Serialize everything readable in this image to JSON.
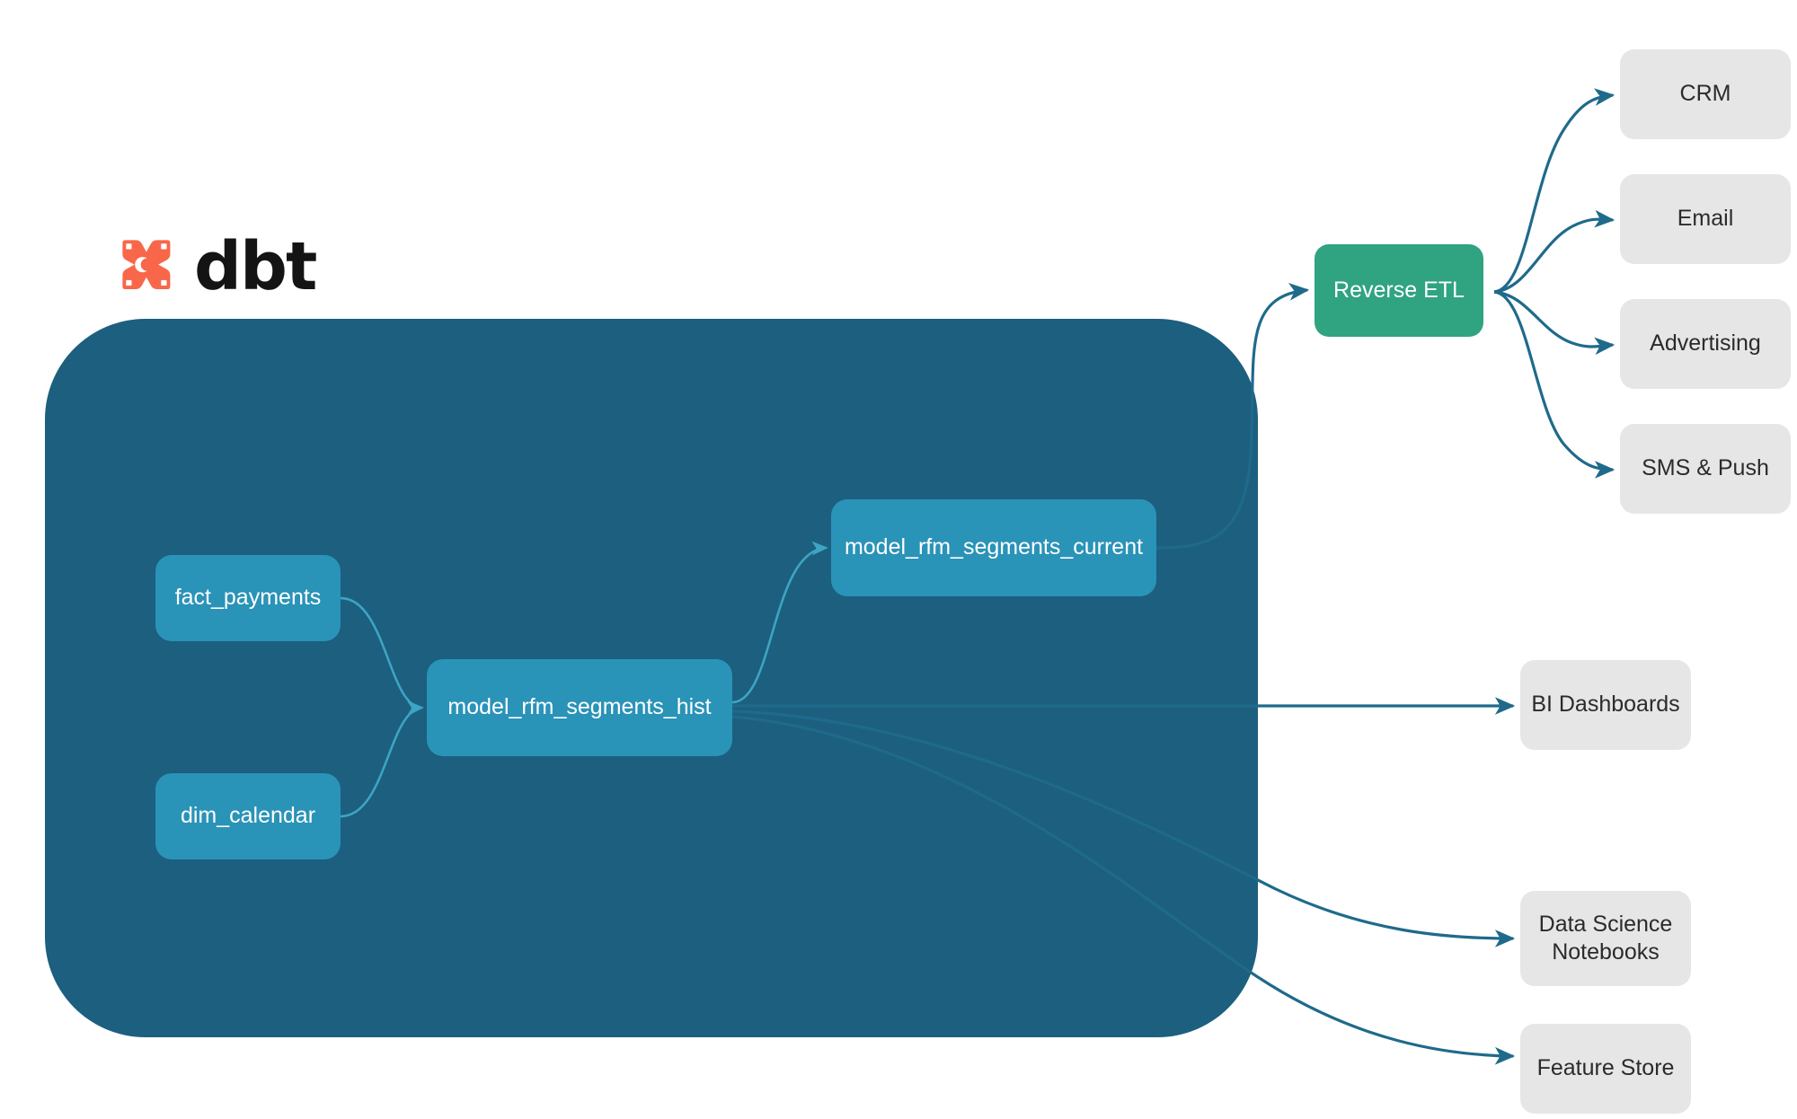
{
  "brand": {
    "name": "dbt",
    "logo_icon": "dbt-logo-icon",
    "logo_color": "#f8674a",
    "wordmark_color": "#141414"
  },
  "colors": {
    "warehouse_background": "#1c5f7f",
    "model_node": "#2a93b8",
    "reverse_etl_node": "#30a380",
    "destination_node": "#e6e6e6",
    "edge_external": "#1f6a8b",
    "edge_internal": "#3ea4c4",
    "page_background": "#ffffff",
    "node_text": "#ffffff",
    "destination_text": "#2b2b2b"
  },
  "warehouse": {
    "label": "",
    "models": [
      {
        "id": "fact_payments",
        "label": "fact_payments"
      },
      {
        "id": "dim_calendar",
        "label": "dim_calendar"
      },
      {
        "id": "model_rfm_segments_hist",
        "label": "model_rfm_segments_hist"
      },
      {
        "id": "model_rfm_segments_current",
        "label": "model_rfm_segments_current"
      }
    ]
  },
  "activation": {
    "reverse_etl": {
      "label": "Reverse ETL"
    },
    "destinations": [
      {
        "id": "crm",
        "label": "CRM"
      },
      {
        "id": "email",
        "label": "Email"
      },
      {
        "id": "advertising",
        "label": "Advertising"
      },
      {
        "id": "sms_push",
        "label": "SMS & Push"
      }
    ]
  },
  "consumers": [
    {
      "id": "bi_dashboards",
      "label": "BI Dashboards"
    },
    {
      "id": "ds_notebooks",
      "label": "Data Science\nNotebooks"
    },
    {
      "id": "feature_store",
      "label": "Feature Store"
    }
  ],
  "edges": [
    {
      "from": "fact_payments",
      "to": "model_rfm_segments_hist",
      "style": "internal"
    },
    {
      "from": "dim_calendar",
      "to": "model_rfm_segments_hist",
      "style": "internal"
    },
    {
      "from": "model_rfm_segments_hist",
      "to": "model_rfm_segments_current",
      "style": "internal"
    },
    {
      "from": "model_rfm_segments_current",
      "to": "reverse_etl",
      "style": "external"
    },
    {
      "from": "reverse_etl",
      "to": "crm",
      "style": "external"
    },
    {
      "from": "reverse_etl",
      "to": "email",
      "style": "external"
    },
    {
      "from": "reverse_etl",
      "to": "advertising",
      "style": "external"
    },
    {
      "from": "reverse_etl",
      "to": "sms_push",
      "style": "external"
    },
    {
      "from": "model_rfm_segments_hist",
      "to": "bi_dashboards",
      "style": "external"
    },
    {
      "from": "model_rfm_segments_hist",
      "to": "ds_notebooks",
      "style": "external"
    },
    {
      "from": "model_rfm_segments_hist",
      "to": "feature_store",
      "style": "external"
    }
  ]
}
